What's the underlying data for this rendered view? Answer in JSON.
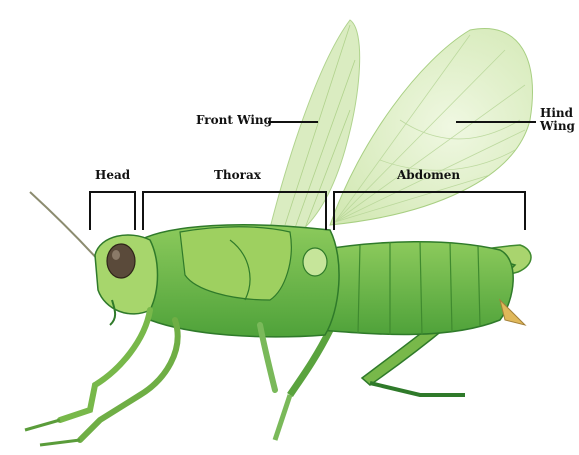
{
  "labels": {
    "front_wing": "Front Wing",
    "hind_wing_line1": "Hind",
    "hind_wing_line2": "Wing",
    "head": "Head",
    "thorax": "Thorax",
    "abdomen": "Abdomen"
  },
  "colors": {
    "body_green": "#5fb548",
    "light_green": "#b6dc7e",
    "dark_green": "#2f7a2a",
    "wing_fill": "#d9ecc0",
    "eye": "#5a4a3a",
    "leader_line": "#111111"
  }
}
